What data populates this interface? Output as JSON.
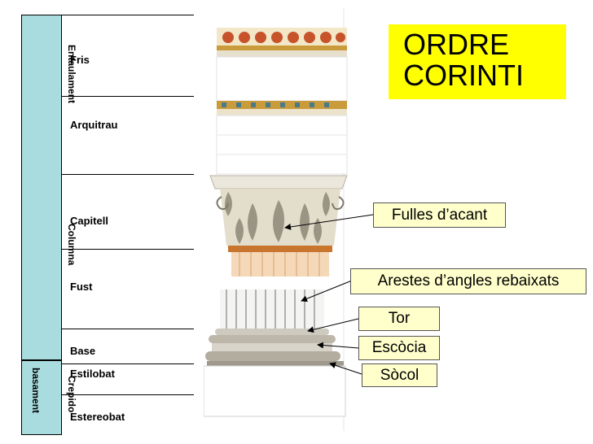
{
  "title": {
    "line1": "ORDRE",
    "line2": "CORINTI"
  },
  "groups": {
    "entablament": "Entaulament",
    "columna": "Columna",
    "crepido": "Crepido",
    "basament": "basament"
  },
  "parts": {
    "fris": "Fris",
    "arquitrau": "Arquitrau",
    "capitell": "Capitell",
    "fust": "Fust",
    "base": "Base",
    "estilobat": "Estilobat",
    "estereobat": "Estereobat"
  },
  "callouts": {
    "fulles": "Fulles d’acant",
    "arestes": "Arestes d’angles rebaixats",
    "tor": "Tor",
    "escocia": "Escòcia",
    "socol": "Sòcol"
  },
  "colors": {
    "band": "#a9dcde",
    "title_bg": "#ffff00",
    "callout_bg": "#ffffcc"
  }
}
